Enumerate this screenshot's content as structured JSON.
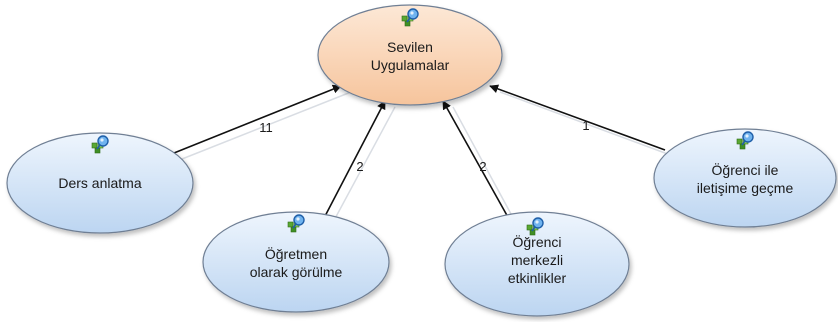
{
  "diagram": {
    "nodes": [
      {
        "id": "center",
        "lines": [
          "Sevilen",
          "Uygulamalar"
        ],
        "style": "center",
        "icon": "code-map-icon"
      },
      {
        "id": "ders",
        "lines": [
          "Ders anlatma"
        ],
        "style": "leaf",
        "icon": "code-map-icon"
      },
      {
        "id": "ogretmen",
        "lines": [
          "Öğretmen",
          "olarak görülme"
        ],
        "style": "leaf",
        "icon": "code-map-icon"
      },
      {
        "id": "merkezli",
        "lines": [
          "Öğrenci",
          "merkezli",
          "etkinlikler"
        ],
        "style": "leaf",
        "icon": "code-map-icon"
      },
      {
        "id": "iletisim",
        "lines": [
          "Öğrenci ile",
          "iletişime geçme"
        ],
        "style": "leaf",
        "icon": "code-map-icon"
      }
    ],
    "edges": [
      {
        "from": "ders",
        "to": "center",
        "label": "11"
      },
      {
        "from": "ogretmen",
        "to": "center",
        "label": "2"
      },
      {
        "from": "merkezli",
        "to": "center",
        "label": "2"
      },
      {
        "from": "iletisim",
        "to": "center",
        "label": "1"
      }
    ],
    "colors": {
      "center_fill_top": "#fde8d6",
      "center_fill_bottom": "#f6c49c",
      "leaf_fill_top": "#eef5fd",
      "leaf_fill_bottom": "#bcd5f1",
      "node_stroke": "#6f7f94",
      "edge": "#111111"
    }
  }
}
